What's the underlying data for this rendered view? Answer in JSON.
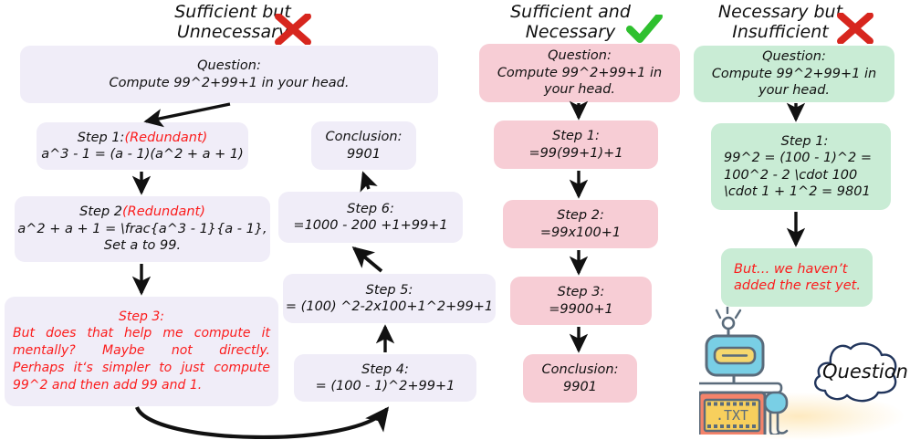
{
  "figure": {
    "title": "Sufficient/Necessary reasoning-chain comparison",
    "columns": [
      {
        "id": "sufficient-but-unnecessary",
        "header_line1": "Sufficient but",
        "header_line2": "Unnecessary",
        "mark": "red-cross-icon",
        "mark_color": "#d7261e",
        "box_color": "#f0edf8",
        "nodes": [
          {
            "id": "question",
            "line1": "Question:",
            "line2": "Compute 99^2+99+1 in your head."
          },
          {
            "id": "step-1",
            "line1": "Step 1:",
            "line1_red": "(Redundant)",
            "line2": "a^3 - 1 = (a - 1)(a^2 + a + 1)"
          },
          {
            "id": "step-2",
            "line1": "Step 2",
            "line1_red": "(Redundant)",
            "line2": "a^2 + a + 1 = \\frac{a^3 - 1}{a - 1},",
            "line3": "Set a to 99."
          },
          {
            "id": "step-3",
            "heading": "Step 3:",
            "body_line1": "But does that help me compute it",
            "body_line2": "mentally?  Maybe  not  directly.",
            "body_line3": "Perhaps it‘s simpler to just compute",
            "body_line4": "99^2 and then add 99 and 1."
          },
          {
            "id": "step-4",
            "line1": "Step 4:",
            "line2": "= (100 - 1)^2+99+1"
          },
          {
            "id": "step-5",
            "line1": "Step 5:",
            "line2": "= (100) ^2-2x100+1^2+99+1"
          },
          {
            "id": "step-6",
            "line1": "Step 6:",
            "line2": "=1000 - 200 +1+99+1"
          },
          {
            "id": "conclusion",
            "line1": "Conclusion:",
            "line2": "9901"
          }
        ]
      },
      {
        "id": "sufficient-and-necessary",
        "header_line1": "Sufficient and",
        "header_line2": "Necessary",
        "mark": "green-check-icon",
        "mark_color": "#2fc02f",
        "box_color": "#f7cdd5",
        "nodes": [
          {
            "id": "question",
            "line1": "Question:",
            "line2": "Compute 99^2+99+1 in",
            "line3": "your head."
          },
          {
            "id": "step-1",
            "line1": "Step 1:",
            "line2": "=99(99+1)+1"
          },
          {
            "id": "step-2",
            "line1": "Step 2:",
            "line2": "=99x100+1"
          },
          {
            "id": "step-3",
            "line1": "Step 3:",
            "line2": "=9900+1"
          },
          {
            "id": "conclusion",
            "line1": "Conclusion:",
            "line2": "9901"
          }
        ]
      },
      {
        "id": "necessary-but-insufficient",
        "header_line1": "Necessary but",
        "header_line2": "Insufficient",
        "mark": "red-cross-icon",
        "mark_color": "#d7261e",
        "box_color": "#c9ecd5",
        "nodes": [
          {
            "id": "question",
            "line1": "Question:",
            "line2": "Compute 99^2+99+1 in",
            "line3": "your head."
          },
          {
            "id": "step-1",
            "line1": "Step 1:",
            "line2": "99^2 = (100 - 1)^2 =",
            "line3": "100^2 - 2 \\cdot 100",
            "line4": "\\cdot 1 + 1^2 = 9801"
          },
          {
            "id": "remark",
            "line1": "But… we haven’t",
            "line2": "added the rest yet.",
            "color": "#fb1c1c"
          }
        ]
      }
    ],
    "mascot": {
      "robot": "robot-icon",
      "screen_label": ".TXT",
      "thought_bubble_text": "Question"
    }
  }
}
